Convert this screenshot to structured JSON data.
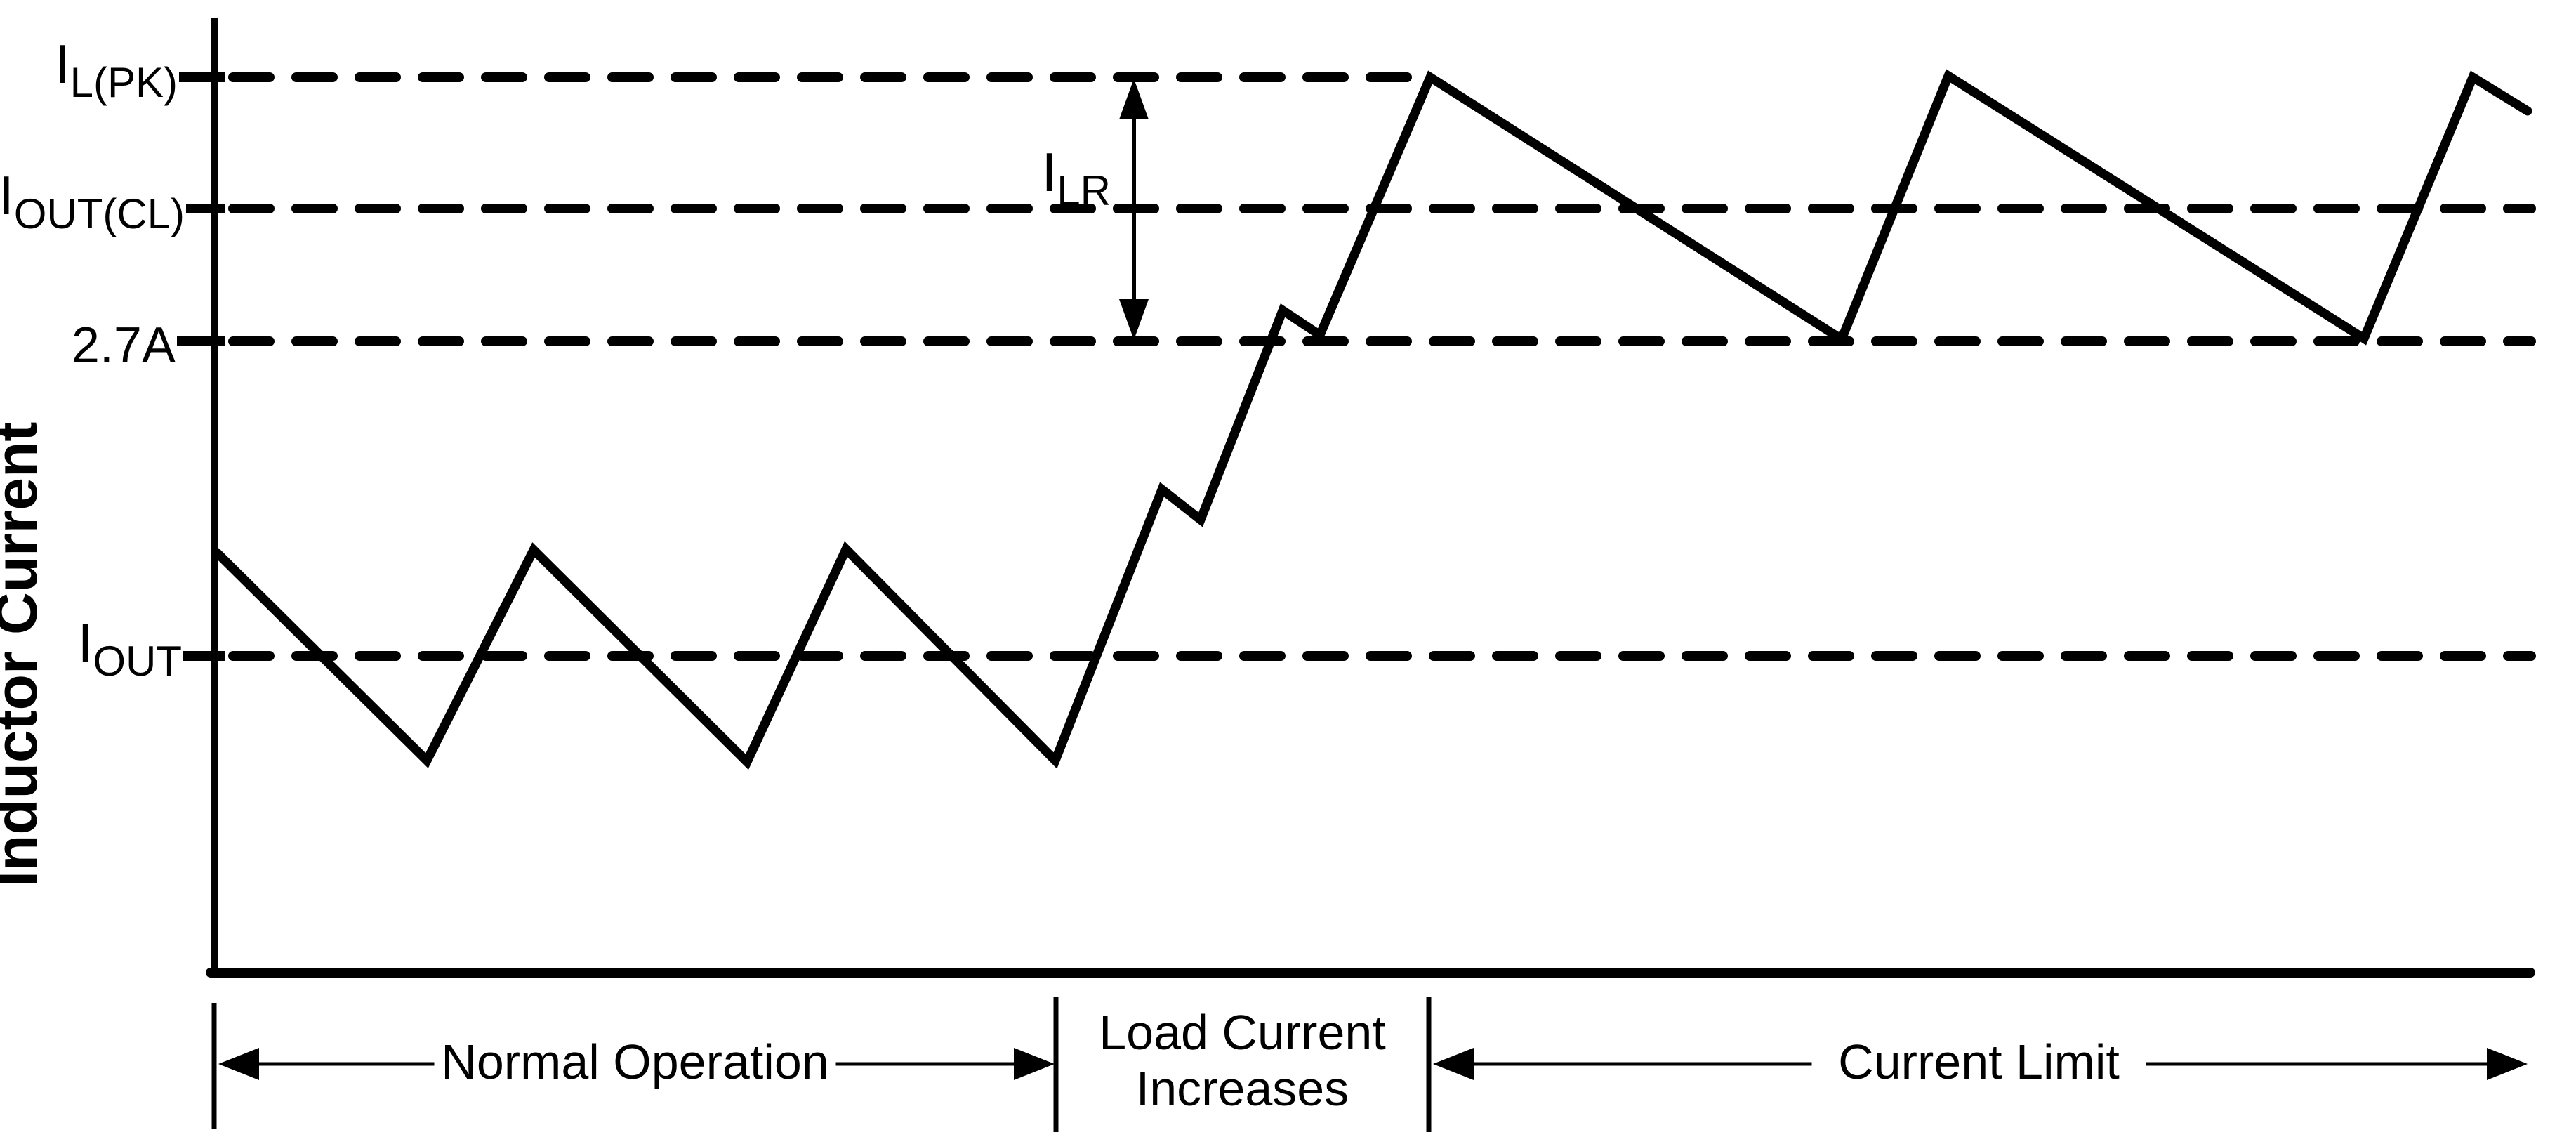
{
  "figure": {
    "background_color": "#ffffff",
    "ink_color": "#000000"
  },
  "chart_data": {
    "type": "line",
    "title": "",
    "xlabel": "",
    "ylabel": "Inductor Current",
    "grid": false,
    "legend": "none",
    "units": "px (image coordinates, 3669x1619; y increases downward)",
    "axes": {
      "y_axis_x": 305,
      "y_axis_top": 25,
      "x_axis_y": 1385,
      "x_axis_left": 300,
      "x_axis_right": 3604
    },
    "reference_levels": [
      {
        "label_main": "I",
        "label_sub": "L(PK)",
        "display": "IL(PK)",
        "y": 110,
        "dash_start": 332,
        "dash_end": 2037,
        "label_right": 253,
        "style": "dashed"
      },
      {
        "label_main": "I",
        "label_sub": "OUT(CL)",
        "display": "IOUT(CL)",
        "y": 297,
        "dash_start": 332,
        "dash_end": 3605,
        "label_right": 263,
        "style": "dashed"
      },
      {
        "label_main": "2.7A",
        "label_sub": "",
        "display": "2.7A",
        "y": 486,
        "dash_start": 332,
        "dash_end": 3605,
        "label_right": 250,
        "style": "dashed"
      },
      {
        "label_main": "I",
        "label_sub": "OUT",
        "display": "IOUT",
        "y": 934,
        "dash_start": 332,
        "dash_end": 3605,
        "label_right": 259,
        "style": "dashed"
      }
    ],
    "series": [
      {
        "name": "inductor-current-waveform",
        "points": [
          [
            310,
            788
          ],
          [
            608,
            1083
          ],
          [
            760,
            783
          ],
          [
            1064,
            1085
          ],
          [
            1205,
            782
          ],
          [
            1503,
            1083
          ],
          [
            1655,
            697
          ],
          [
            1710,
            740
          ],
          [
            1827,
            442
          ],
          [
            1880,
            477
          ],
          [
            2037,
            110
          ],
          [
            2623,
            483
          ],
          [
            2775,
            108
          ],
          [
            3367,
            482
          ],
          [
            3522,
            110
          ],
          [
            3600,
            158
          ]
        ]
      }
    ],
    "ripple_annotation": {
      "label_main": "I",
      "label_sub": "LR",
      "display": "ILR",
      "arrow_x": 1615,
      "y_top": 112,
      "y_bottom": 484,
      "from_level": "IL(PK)",
      "to_level": "2.7A",
      "label_right": 1582,
      "label_baseline": 272
    },
    "separators": [
      {
        "x": 305,
        "y1": 1428,
        "y2": 1607
      },
      {
        "x": 1504,
        "y1": 1420,
        "y2": 1612
      },
      {
        "x": 2035,
        "y1": 1420,
        "y2": 1612
      }
    ],
    "regions": [
      {
        "lines": [
          "Normal Operation"
        ],
        "x_start": 305,
        "x_end": 1504,
        "arrow": "double",
        "arrow_y": 1515,
        "text_baselines": [
          1536
        ]
      },
      {
        "lines": [
          "Load Current",
          "Increases"
        ],
        "x_start": 1504,
        "x_end": 2035,
        "arrow": "none",
        "arrow_y": 1515,
        "text_baselines": [
          1494,
          1574
        ]
      },
      {
        "lines": [
          "Current Limit"
        ],
        "x_start": 2035,
        "x_end": 3602,
        "arrow": "double",
        "arrow_y": 1515,
        "text_baselines": [
          1536
        ]
      }
    ]
  }
}
